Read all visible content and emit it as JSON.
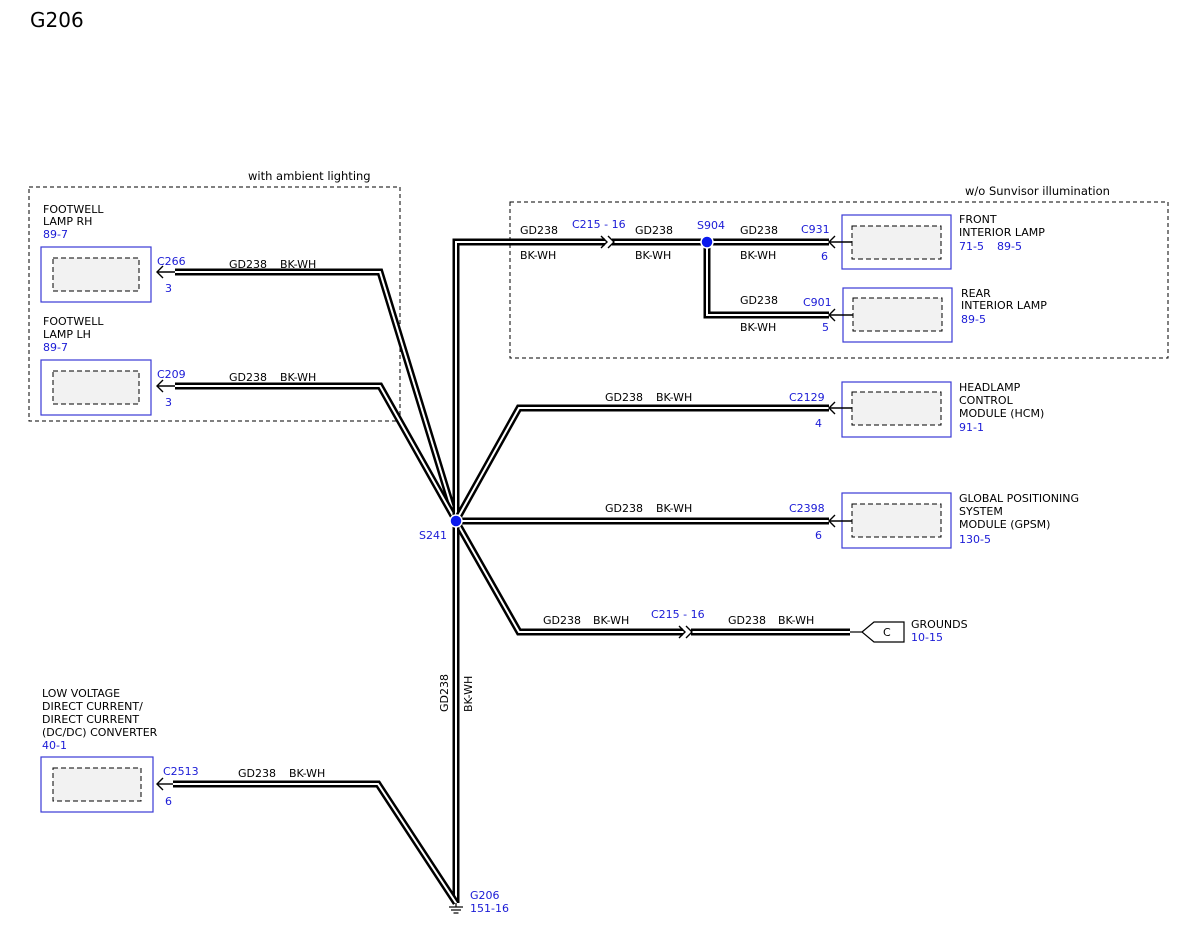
{
  "page_title": "G206",
  "sections": [
    {
      "id": "ambient",
      "label": "with ambient lighting"
    },
    {
      "id": "sunvisor",
      "label": "w/o Sunvisor illumination"
    }
  ],
  "components": [
    {
      "id": "footwell-rh",
      "name_lines": [
        "FOOTWELL",
        "LAMP RH"
      ],
      "refs": [
        "89-7"
      ],
      "connector": "C266",
      "pin": "3"
    },
    {
      "id": "footwell-lh",
      "name_lines": [
        "FOOTWELL",
        "LAMP LH"
      ],
      "refs": [
        "89-7"
      ],
      "connector": "C209",
      "pin": "3"
    },
    {
      "id": "dcdc",
      "name_lines": [
        "LOW VOLTAGE",
        "DIRECT CURRENT/",
        "DIRECT CURRENT",
        "(DC/DC) CONVERTER"
      ],
      "refs": [
        "40-1"
      ],
      "connector": "C2513",
      "pin": "6"
    },
    {
      "id": "front-interior",
      "name_lines": [
        "FRONT",
        "INTERIOR LAMP"
      ],
      "refs": [
        "71-5",
        "89-5"
      ],
      "connector": "C931",
      "pin": "6"
    },
    {
      "id": "rear-interior",
      "name_lines": [
        "REAR",
        "INTERIOR LAMP"
      ],
      "refs": [
        "89-5"
      ],
      "connector": "C901",
      "pin": "5"
    },
    {
      "id": "hcm",
      "name_lines": [
        "HEADLAMP",
        "CONTROL",
        "MODULE (HCM)"
      ],
      "refs": [
        "91-1"
      ],
      "connector": "C2129",
      "pin": "4"
    },
    {
      "id": "gpsm",
      "name_lines": [
        "GLOBAL POSITIONING",
        "SYSTEM",
        "MODULE (GPSM)"
      ],
      "refs": [
        "130-5"
      ],
      "connector": "C2398",
      "pin": "6"
    }
  ],
  "wire": {
    "circuit": "GD238",
    "color": "BK-WH"
  },
  "splices": [
    {
      "id": "S241",
      "label": "S241"
    },
    {
      "id": "S904",
      "label": "S904"
    }
  ],
  "inline_connectors": [
    {
      "id": "c215-top",
      "label": "C215 - 16"
    },
    {
      "id": "c215-bottom",
      "label": "C215 - 16"
    }
  ],
  "ground": {
    "label": "G206",
    "ref": "151-16"
  },
  "offpage": {
    "letter": "C",
    "label": "GROUNDS",
    "ref": "10-15"
  },
  "colors": {
    "wire": "#000000",
    "link_text": "#1a1ad6",
    "component_border": "#3a3ad6",
    "splice": "#0a1aee"
  }
}
